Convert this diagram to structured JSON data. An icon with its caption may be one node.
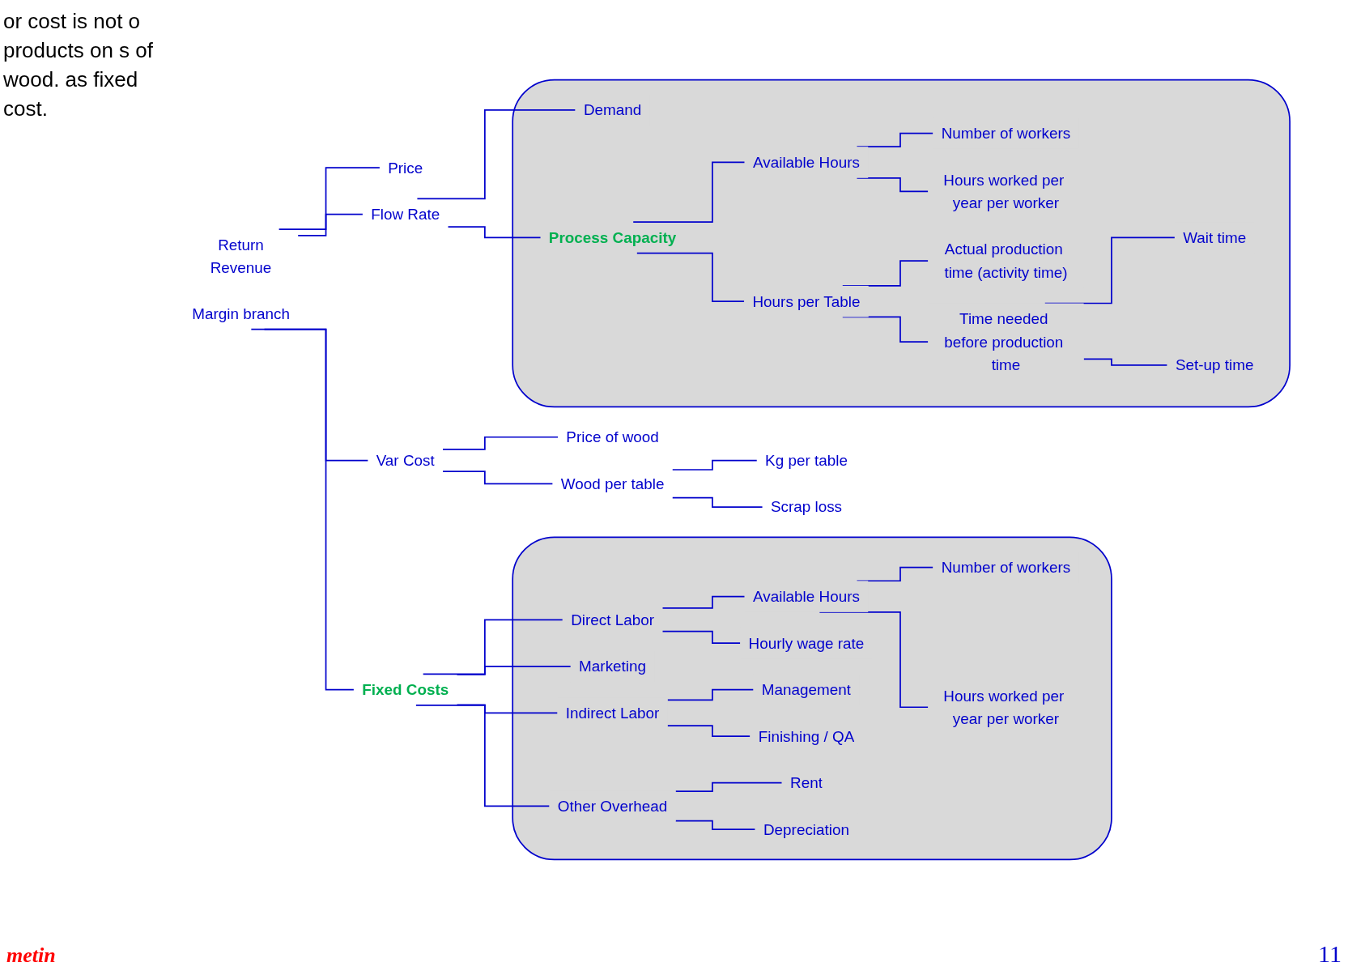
{
  "diagram": {
    "nodes": [
      {
        "text": [
          "Return",
          "Revenue"
        ],
        "beside": [
          "Margin branch"
        ]
      },
      {
        "text": [
          "Price"
        ]
      },
      {
        "text": [
          "Fixed Costs"
        ]
      },
      {
        "text": [],
        "shape": "box"
      },
      {
        "text": [
          "Direct Labor"
        ],
        "in": 3
      },
      {
        "text": [
          "Available Hours"
        ],
        "in": 3
      },
      {
        "text": [
          "Number of workers"
        ],
        "in": 3
      },
      {
        "text": [
          "Hours worked per year per worker"
        ],
        "in": 3
      },
      {
        "text": [
          "Hourly wage rate"
        ],
        "in": 3
      },
      {
        "text": [
          "Marketing"
        ],
        "in": 3
      },
      {
        "text": [
          "Indirect Labor"
        ],
        "in": 3
      },
      {
        "text": [
          "Management"
        ],
        "in": 3
      },
      {
        "text": [
          "Finishing / QA"
        ],
        "in": 3
      },
      {
        "text": [
          "Other Overhead"
        ],
        "in": 3
      },
      {
        "text": [
          "Rent"
        ],
        "in": 3
      },
      {
        "text": [
          "Depreciation"
        ],
        "in": 3
      },
      {
        "text": [
          "Flow Rate"
        ]
      },
      {
        "text": [],
        "shape": "box"
      },
      {
        "text": [
          "Demand"
        ],
        "in": 17
      },
      {
        "text": [
          "Process Capacity"
        ],
        "in": 17
      },
      {
        "text": [
          "Available Hours"
        ],
        "in": 17
      },
      {
        "text": [
          "Number of workers"
        ],
        "in": 17
      },
      {
        "text": [
          "Hours worked per year per worker"
        ],
        "in": 17
      },
      {
        "text": [
          "Hours per Table"
        ],
        "in": 17
      },
      {
        "text": [
          "Actual production time (activity time)"
        ],
        "in": 17
      },
      {
        "text": [
          "Time needed before production time"
        ],
        "in": 17
      },
      {
        "text": [
          "Wait time"
        ],
        "in": 17
      },
      {
        "text": [
          "Set-up time"
        ],
        "in": 17
      },
      {
        "text": [
          "Var Cost"
        ]
      },
      {
        "text": [
          "Price of wood"
        ]
      },
      {
        "text": [
          "Wood per table"
        ]
      },
      {
        "text": [
          "Kg per table"
        ]
      },
      {
        "text": [
          "Scrap loss"
        ]
      }
    ],
    "edges": [
      {
        "from": 0,
        "to": 1,
        "arrow": "none"
      },
      {
        "from": 0,
        "to": 2,
        "arrow": "none"
      },
      {
        "from": 0,
        "to": 16,
        "arrow": "none"
      },
      {
        "from": 0,
        "to": 28,
        "arrow": "none"
      },
      {
        "from": 2,
        "to": 4,
        "arrow": "none"
      },
      {
        "from": 2,
        "to": 9,
        "arrow": "none"
      },
      {
        "from": 2,
        "to": 10,
        "arrow": "none"
      },
      {
        "from": 2,
        "to": 13,
        "arrow": "none"
      },
      {
        "from": 4,
        "to": 5,
        "arrow": "none"
      },
      {
        "from": 4,
        "to": 8,
        "arrow": "none"
      },
      {
        "from": 5,
        "to": 6,
        "arrow": "none"
      },
      {
        "from": 5,
        "to": 7,
        "arrow": "none"
      },
      {
        "from": 10,
        "to": 11,
        "arrow": "none"
      },
      {
        "from": 10,
        "to": 12,
        "arrow": "none"
      },
      {
        "from": 13,
        "to": 14,
        "arrow": "none"
      },
      {
        "from": 13,
        "to": 15,
        "arrow": "none"
      },
      {
        "from": 16,
        "to": 18,
        "arrow": "none"
      },
      {
        "from": 16,
        "to": 19,
        "arrow": "none"
      },
      {
        "from": 19,
        "to": 20,
        "arrow": "none"
      },
      {
        "from": 19,
        "to": 23,
        "arrow": "none"
      },
      {
        "from": 20,
        "to": 21,
        "arrow": "none"
      },
      {
        "from": 20,
        "to": 22,
        "arrow": "none"
      },
      {
        "from": 23,
        "to": 24,
        "arrow": "none"
      },
      {
        "from": 23,
        "to": 25,
        "arrow": "none"
      },
      {
        "from": 25,
        "to": 26,
        "arrow": "none"
      },
      {
        "from": 25,
        "to": 27,
        "arrow": "none"
      },
      {
        "from": 28,
        "to": 29,
        "arrow": "none"
      },
      {
        "from": 28,
        "to": 30,
        "arrow": "none"
      },
      {
        "from": 30,
        "to": 31,
        "arrow": "none"
      },
      {
        "from": 30,
        "to": 32,
        "arrow": "none"
      }
    ],
    "labels": [
      "or cost is not o products on s of wood. as fixed cost.",
      "metin",
      "11"
    ]
  }
}
